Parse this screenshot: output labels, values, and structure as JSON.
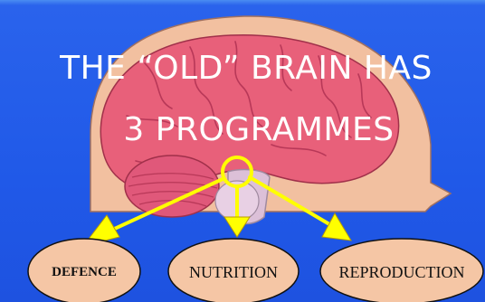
{
  "slide": {
    "title_line_1": "THE “OLD” BRAIN HAS",
    "title_line_2": "3 PROGRAMMES"
  },
  "programmes": [
    {
      "label": "DEFENCE"
    },
    {
      "label": "NUTRITION"
    },
    {
      "label": "REPRODUCTION"
    }
  ],
  "colors": {
    "background": "#2059e8",
    "head_silhouette": "#f2c0a0",
    "brain": "#e8607a",
    "arrows": "#ffff00",
    "ovals": "#f5c6a5",
    "title_text": "#ffffff"
  },
  "icons": {
    "head": "head-silhouette-icon",
    "brain": "brain-icon",
    "brainstem_focus": "circle-highlight-icon"
  }
}
